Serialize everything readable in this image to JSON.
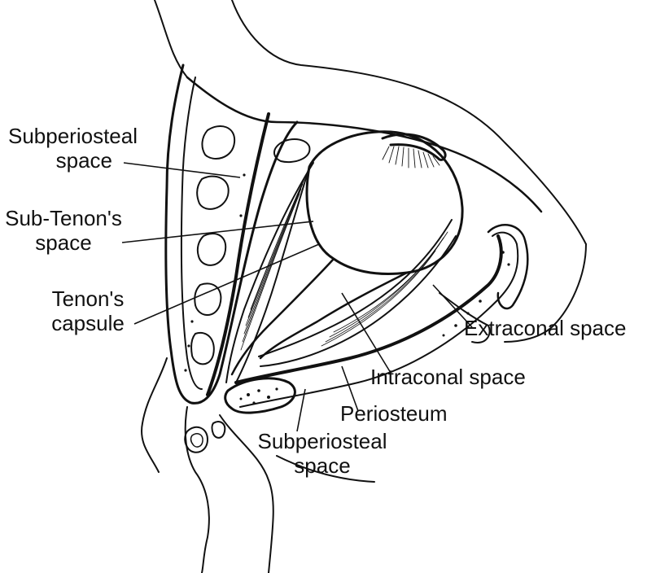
{
  "labels": {
    "subperiosteal_upper": {
      "line1": "Subperiosteal",
      "line2": "space"
    },
    "sub_tenons": {
      "line1": "Sub-Tenon's",
      "line2": "space"
    },
    "tenons_capsule": {
      "line1": "Tenon's",
      "line2": "capsule"
    },
    "extraconal": "Extraconal space",
    "intraconal": "Intraconal space",
    "periosteum": "Periosteum",
    "subperiosteal_lower": {
      "line1": "Subperiosteal",
      "line2": "space"
    }
  },
  "colors": {
    "ink": "#111111",
    "background": "#ffffff"
  }
}
